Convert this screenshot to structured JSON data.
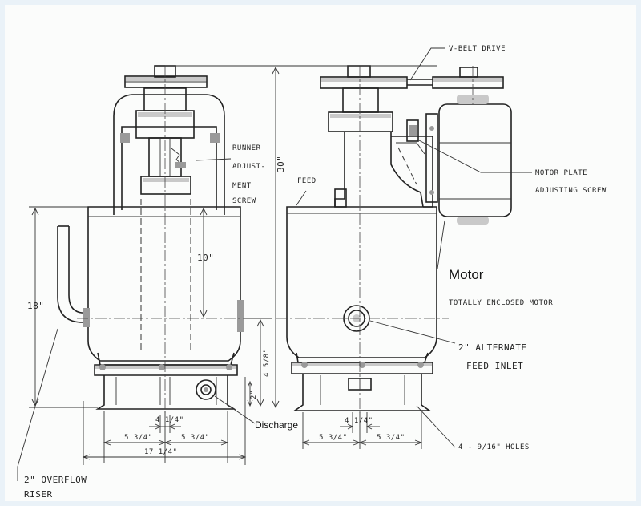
{
  "labels": {
    "v_belt": "V-BELT DRIVE",
    "runner_1": "RUNNER",
    "runner_2": "ADJUST-",
    "runner_3": "MENT",
    "runner_4": "SCREW",
    "feed": "FEED",
    "motor_plate_1": "MOTOR PLATE",
    "motor_plate_2": "ADJUSTING SCREW",
    "motor": "Motor",
    "enclosed": "TOTALLY ENCLOSED MOTOR",
    "alt_feed_1": "2\" ALTERNATE",
    "alt_feed_2": "FEED INLET",
    "discharge": "Discharge",
    "holes": "4 - 9/16\" HOLES",
    "overflow_1": "2\" OVERFLOW",
    "overflow_2": "RISER"
  },
  "dimensions": {
    "overall_height": "30\"",
    "body_height": "18\"",
    "inner_10": "10\"",
    "dim_4_5_8": "4 5/8\"",
    "dim_2": "2\"",
    "left_4_1_4": "4 1/4\"",
    "left_5_3_4_a": "5 3/4\"",
    "left_5_3_4_b": "5 3/4\"",
    "width_17_1_4": "17 1/4\"",
    "right_4_1_4": "4 1/4\"",
    "right_5_3_4_a": "5 3/4\"",
    "right_5_3_4_b": "5 3/4\""
  }
}
